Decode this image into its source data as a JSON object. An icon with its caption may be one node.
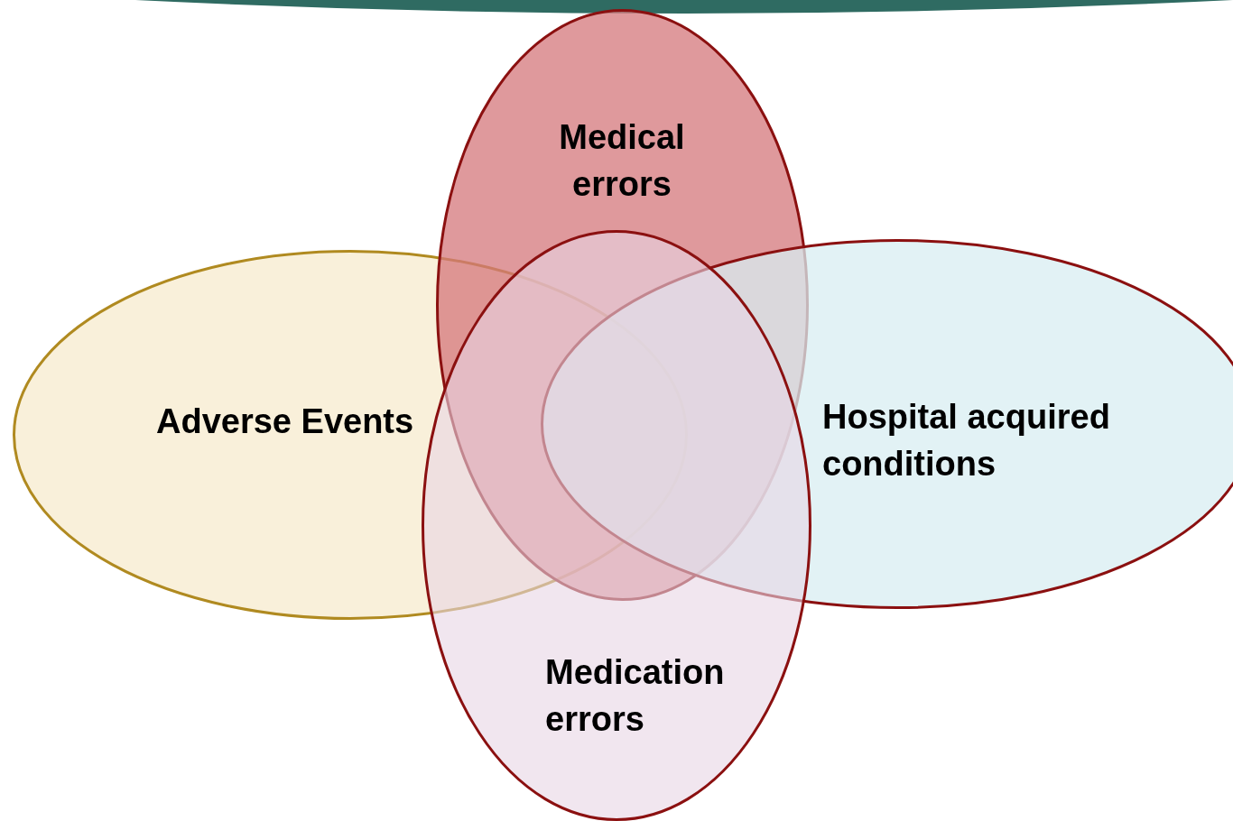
{
  "diagram": {
    "nodes": [
      {
        "text": [
          "Adverse Events"
        ]
      },
      {
        "text": [
          "Medical errors"
        ]
      },
      {
        "text": [
          "Hospital acquired conditions"
        ]
      },
      {
        "text": [
          "Medication errors"
        ]
      }
    ]
  }
}
